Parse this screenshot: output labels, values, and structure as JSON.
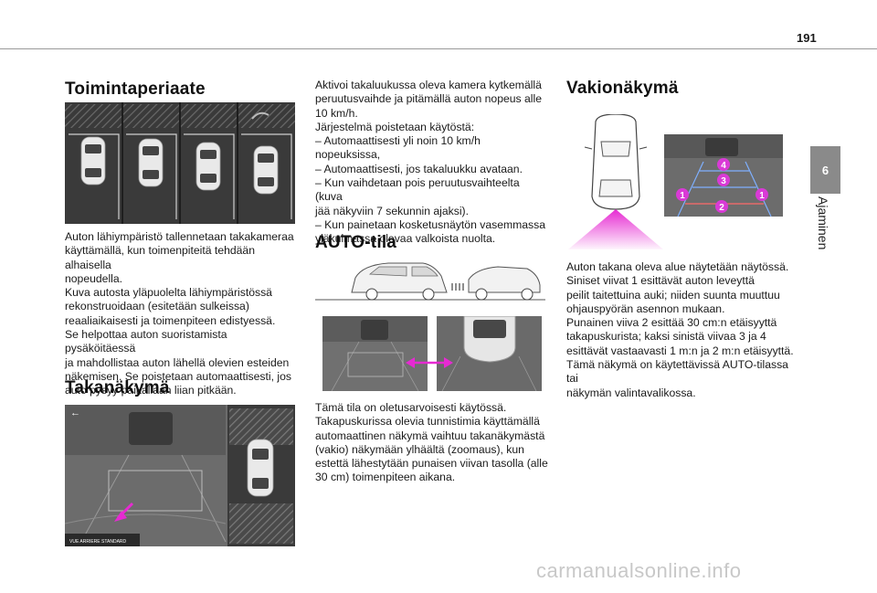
{
  "page": {
    "number": "191"
  },
  "side_tab": {
    "number": "6",
    "label": "Ajaminen"
  },
  "column1": {
    "heading1": "Toimintaperiaate",
    "para1": [
      "Auton lähiympäristö tallennetaan takakameraa",
      "käyttämällä, kun toimenpiteitä tehdään alhaisella",
      "nopeudella.",
      "Kuva autosta yläpuolelta lähiympäristössä",
      "rekonstruoidaan (esitetään sulkeissa)",
      "reaaliaikaisesti ja toimenpiteen edistyessä.",
      "Se helpottaa auton suoristamista pysäköitäessä",
      "ja mahdollistaa auton lähellä olevien esteiden",
      "näkemisen. Se poistetaan automaattisesti, jos",
      "auto pysyy paikallaan liian pitkään."
    ],
    "heading2": "Takanäkymä",
    "figure_caption": "VUE ARRIERE STANDARD"
  },
  "column2": {
    "para1": [
      "Aktivoi takaluukussa oleva kamera kytkemällä",
      "peruutusvaihde ja pitämällä auton nopeus alle",
      "10 km/h.",
      "Järjestelmä poistetaan käytöstä:",
      "–  Automaattisesti yli noin 10 km/h nopeuksissa,",
      "–  Automaattisesti, jos takaluukku avataan.",
      "–  Kun vaihdetaan pois peruutusvaihteelta (kuva",
      "jää näkyviin 7 sekunnin ajaksi).",
      "–  Kun painetaan kosketusnäytön vasemmassa",
      "yläkulmassa olevaa valkoista nuolta."
    ],
    "heading": "AUTO-tila",
    "para2": [
      "Tämä tila on oletusarvoisesti käytössä.",
      "Takapuskurissa olevia tunnistimia käyttämällä",
      "automaattinen näkymä vaihtuu takanäkymästä",
      "(vakio) näkymään ylhäältä (zoomaus), kun",
      "estettä lähestytään punaisen viivan tasolla (alle",
      "30 cm) toimenpiteen aikana."
    ]
  },
  "column3": {
    "heading": "Vakionäkymä",
    "markers": [
      "4",
      "3",
      "1",
      "2",
      "1"
    ],
    "para1": [
      "Auton takana oleva alue näytetään näytössä.",
      "Siniset viivat 1 esittävät auton leveyttä",
      "peilit taitettuina auki; niiden suunta muuttuu",
      "ohjauspyörän asennon mukaan.",
      "Punainen viiva 2 esittää 30 cm:n etäisyyttä",
      "takapuskurista; kaksi sinistä viivaa 3 ja 4",
      "esittävät vastaavasti 1 m:n ja 2 m:n etäisyyttä.",
      "Tämä näkymä on käytettävissä AUTO-tilassa tai",
      "näkymän valintavalikossa."
    ]
  },
  "watermark": "carmanualsonline.info",
  "colors": {
    "accent_magenta": "#e62ad2",
    "marker_magenta": "#d93ad6",
    "tab_gray": "#8a8a8a"
  }
}
